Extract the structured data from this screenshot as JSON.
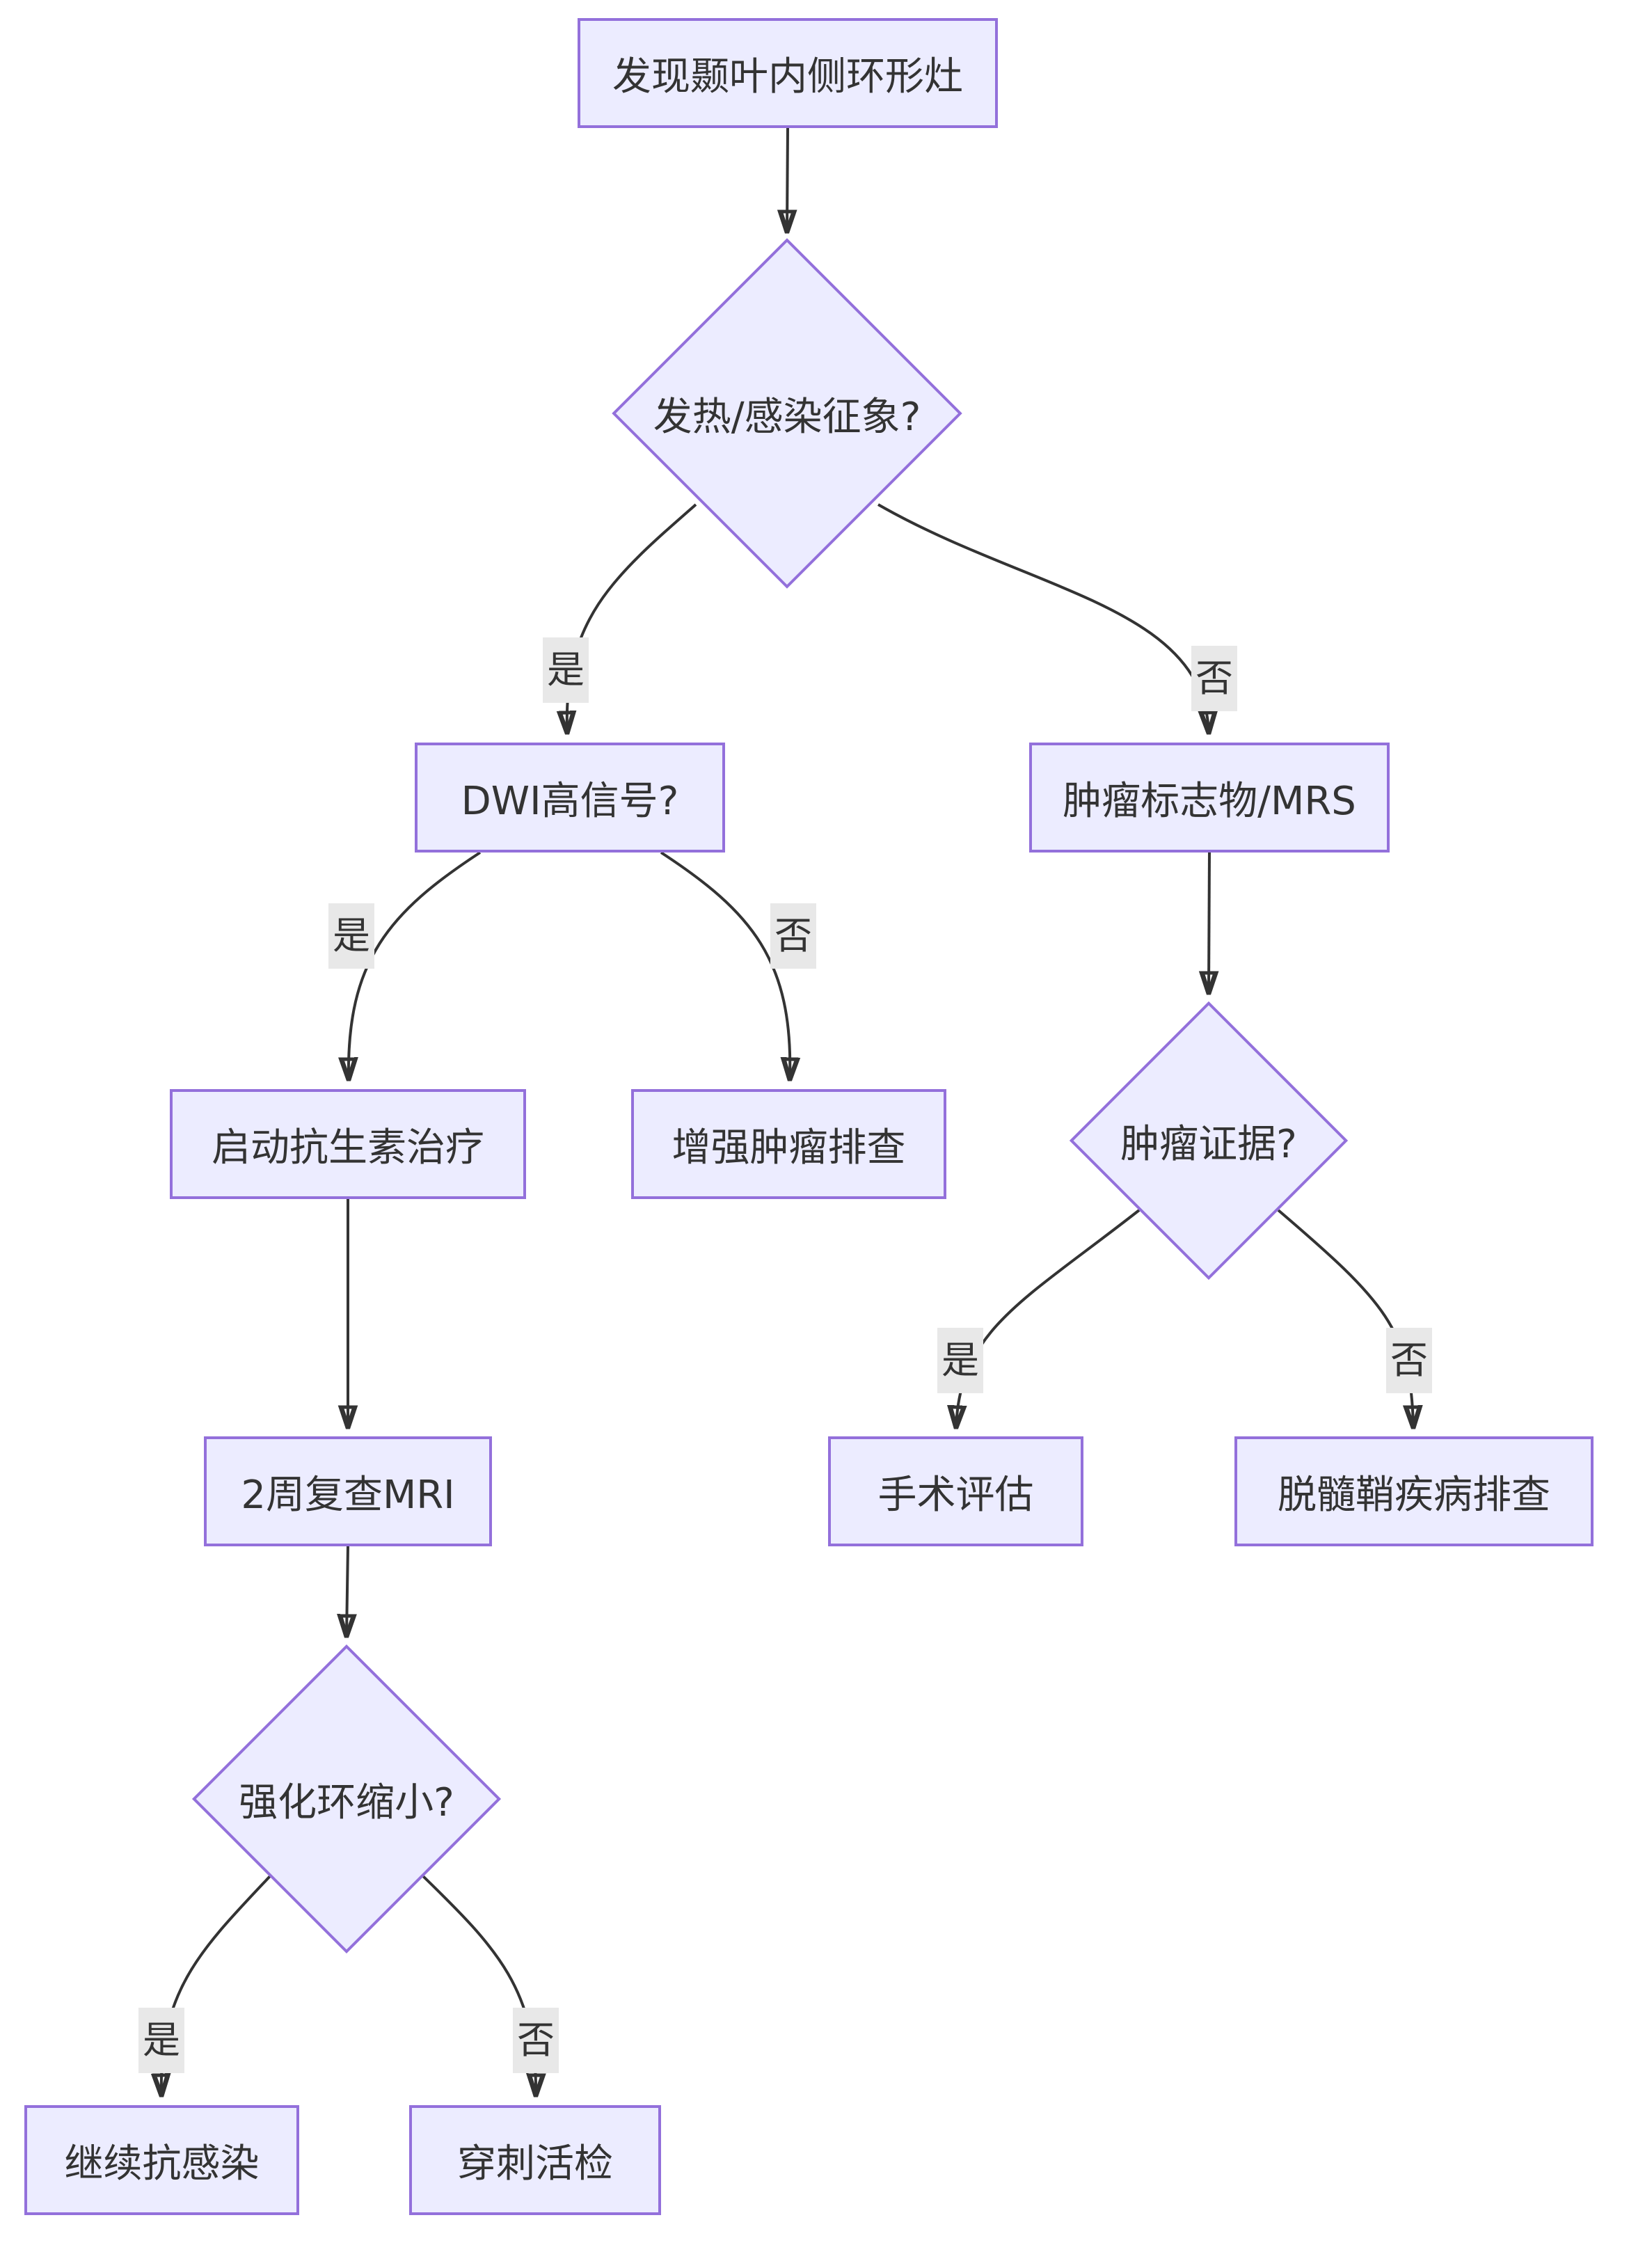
{
  "diagram": {
    "type": "flowchart",
    "direction": "top-down",
    "colors": {
      "node_fill": "#ECECFF",
      "node_border": "#9370DB",
      "edge": "#333333",
      "edge_label_bg": "#e8e8e8",
      "text": "#333333",
      "background": "#ffffff"
    },
    "nodes": {
      "start": {
        "label": "发现颞叶内侧环形灶",
        "shape": "rect"
      },
      "fever": {
        "label": "发热/感染征象?",
        "shape": "diamond"
      },
      "dwi": {
        "label": "DWI高信号?",
        "shape": "rect"
      },
      "markers": {
        "label": "肿瘤标志物/MRS",
        "shape": "rect"
      },
      "antibiotics": {
        "label": "启动抗生素治疗",
        "shape": "rect"
      },
      "tumor_workup": {
        "label": "增强肿瘤排查",
        "shape": "rect"
      },
      "tumor_evidence": {
        "label": "肿瘤证据?",
        "shape": "diamond"
      },
      "surgery": {
        "label": "手术评估",
        "shape": "rect"
      },
      "demyelination": {
        "label": "脱髓鞘疾病排查",
        "shape": "rect"
      },
      "mri_2w": {
        "label": "2周复查MRI",
        "shape": "rect"
      },
      "ring_shrink": {
        "label": "强化环缩小?",
        "shape": "diamond"
      },
      "continue_abx": {
        "label": "继续抗感染",
        "shape": "rect"
      },
      "biopsy": {
        "label": "穿刺活检",
        "shape": "rect"
      }
    },
    "edges": [
      {
        "from": "start",
        "to": "fever",
        "label": ""
      },
      {
        "from": "fever",
        "to": "dwi",
        "label": "是"
      },
      {
        "from": "fever",
        "to": "markers",
        "label": "否"
      },
      {
        "from": "dwi",
        "to": "antibiotics",
        "label": "是"
      },
      {
        "from": "dwi",
        "to": "tumor_workup",
        "label": "否"
      },
      {
        "from": "markers",
        "to": "tumor_evidence",
        "label": ""
      },
      {
        "from": "antibiotics",
        "to": "mri_2w",
        "label": ""
      },
      {
        "from": "tumor_evidence",
        "to": "surgery",
        "label": "是"
      },
      {
        "from": "tumor_evidence",
        "to": "demyelination",
        "label": "否"
      },
      {
        "from": "mri_2w",
        "to": "ring_shrink",
        "label": ""
      },
      {
        "from": "ring_shrink",
        "to": "continue_abx",
        "label": "是"
      },
      {
        "from": "ring_shrink",
        "to": "biopsy",
        "label": "否"
      }
    ]
  }
}
